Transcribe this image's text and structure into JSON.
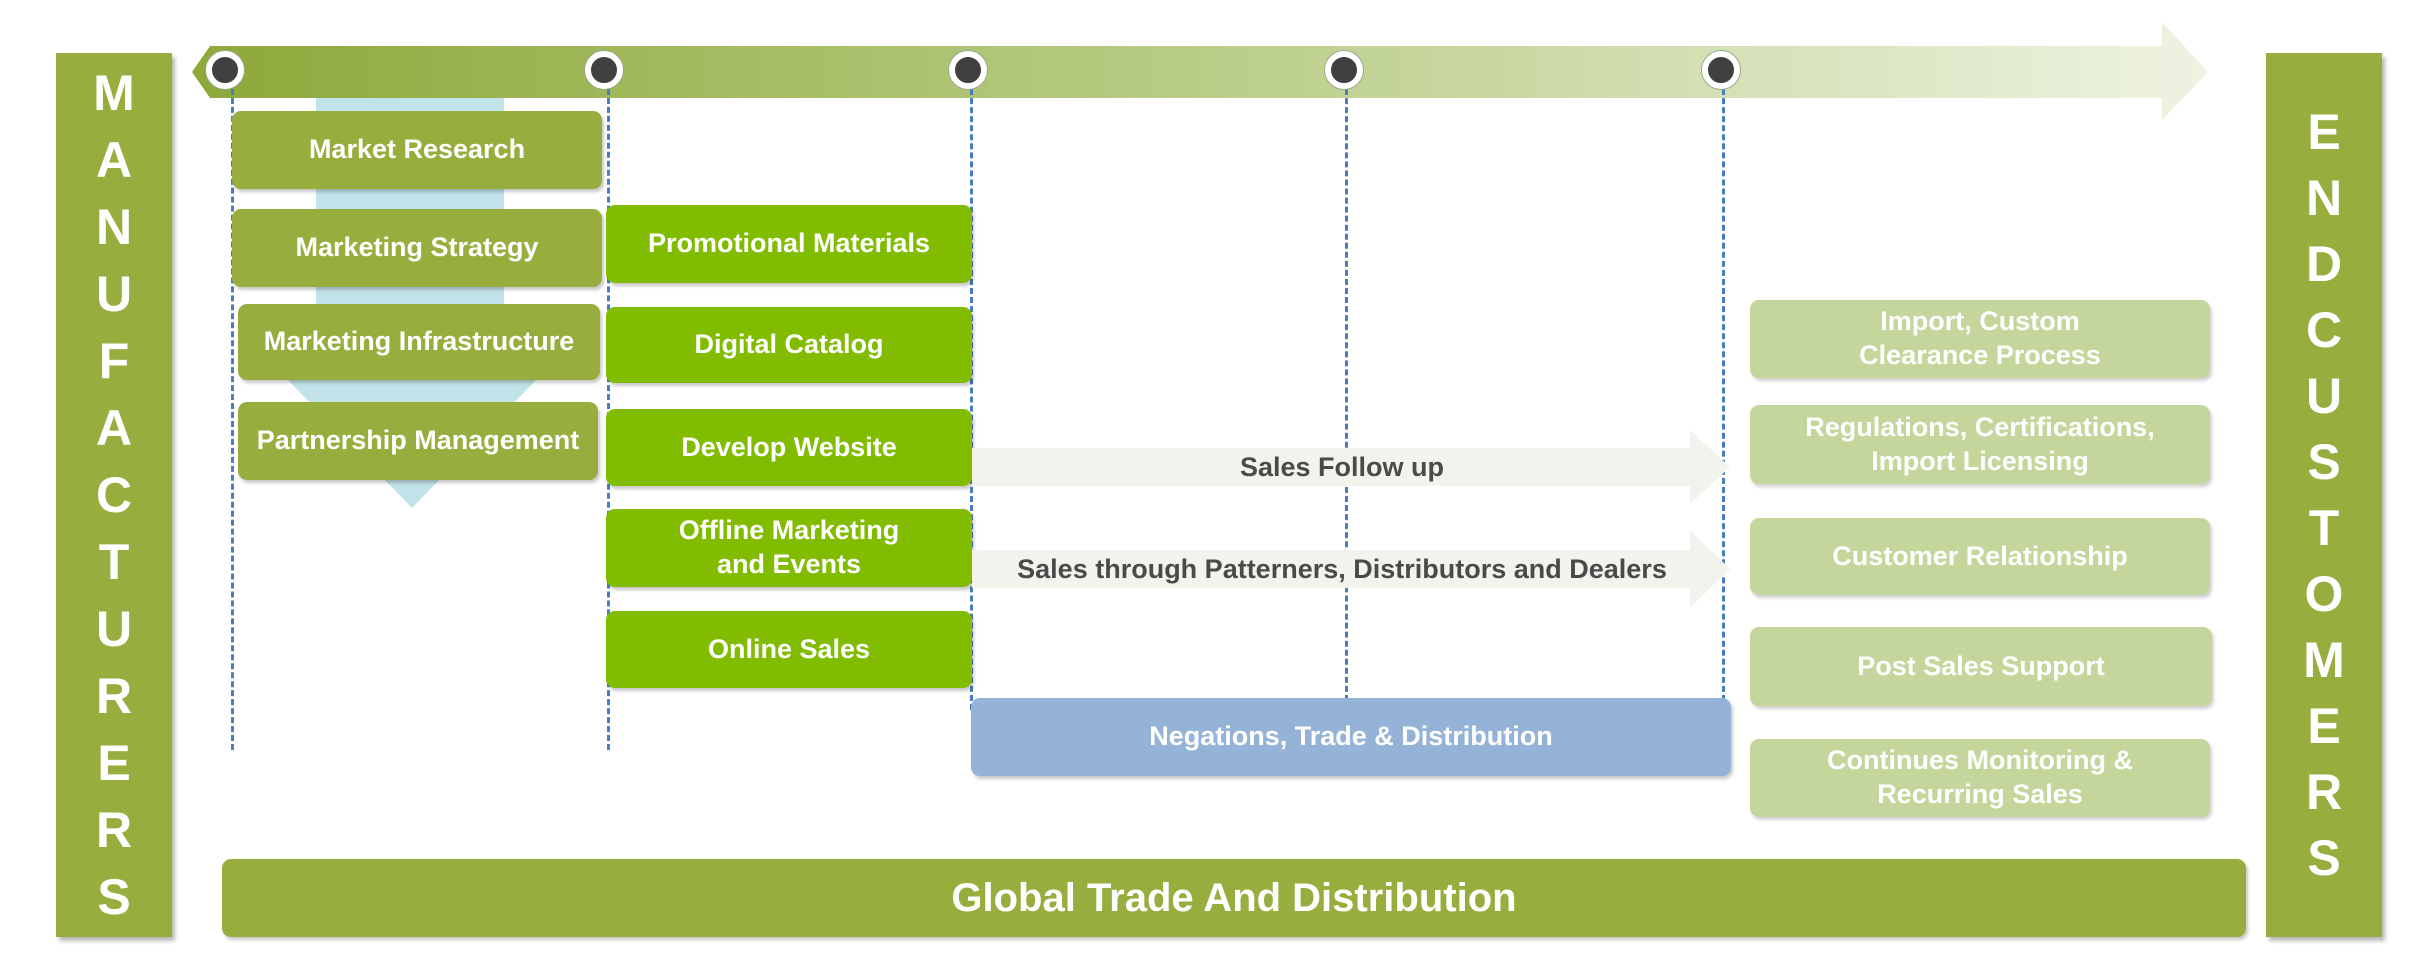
{
  "left_pillar": {
    "letters": [
      "M",
      "A",
      "N",
      "U",
      "F",
      "A",
      "C",
      "T",
      "U",
      "R",
      "E",
      "R",
      "S"
    ]
  },
  "right_pillar": {
    "letters": [
      "E",
      "N",
      "D",
      "C",
      "U",
      "S",
      "T",
      "O",
      "M",
      "E",
      "R",
      "S"
    ]
  },
  "phase1": [
    "Market Research",
    "Marketing Strategy",
    "Marketing Infrastructure",
    "Partnership Management"
  ],
  "phase2": [
    "Promotional Materials",
    "Digital Catalog",
    "Develop Website",
    "Offline Marketing\nand Events",
    "Online Sales"
  ],
  "flows": [
    "Sales Follow up",
    "Sales through Patterners, Distributors and Dealers"
  ],
  "negotiation": "Negations, Trade & Distribution",
  "phase4": [
    "Import, Custom\nClearance Process",
    "Regulations, Certifications,\nImport Licensing",
    "Customer Relationship",
    "Post Sales Support",
    "Continues Monitoring &\nRecurring Sales"
  ],
  "footer": "Global Trade And Distribution",
  "colors": {
    "olive": "#97ae3e",
    "lime": "#82bc00",
    "pale_green": "#c4d69b",
    "blue": "#94b3d7",
    "dashed_line": "#4a7dc0"
  }
}
